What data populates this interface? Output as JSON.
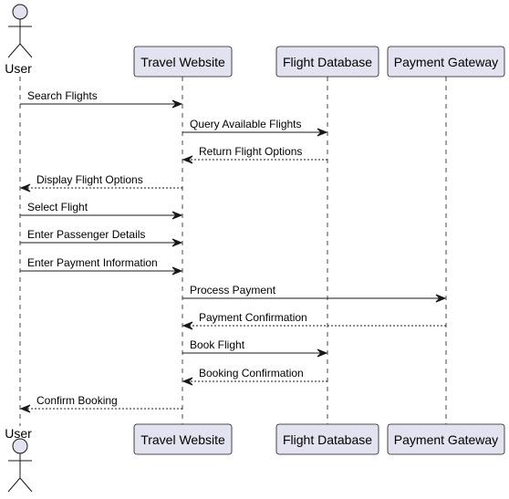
{
  "colors": {
    "participant_fill": "#E2E2F0",
    "participant_stroke": "#181818",
    "lifeline": "#181818",
    "arrow": "#181818",
    "text": "#000000"
  },
  "participants": [
    {
      "id": "user",
      "kind": "actor",
      "label": "User"
    },
    {
      "id": "web",
      "kind": "participant",
      "label": "Travel Website"
    },
    {
      "id": "db",
      "kind": "participant",
      "label": "Flight Database"
    },
    {
      "id": "pay",
      "kind": "participant",
      "label": "Payment Gateway"
    }
  ],
  "messages": [
    {
      "from": "user",
      "to": "web",
      "label": "Search Flights",
      "style": "solid"
    },
    {
      "from": "web",
      "to": "db",
      "label": "Query Available Flights",
      "style": "solid"
    },
    {
      "from": "db",
      "to": "web",
      "label": "Return Flight Options",
      "style": "dashed"
    },
    {
      "from": "web",
      "to": "user",
      "label": "Display Flight Options",
      "style": "dashed"
    },
    {
      "from": "user",
      "to": "web",
      "label": "Select Flight",
      "style": "solid"
    },
    {
      "from": "user",
      "to": "web",
      "label": "Enter Passenger Details",
      "style": "solid"
    },
    {
      "from": "user",
      "to": "web",
      "label": "Enter Payment Information",
      "style": "solid"
    },
    {
      "from": "web",
      "to": "pay",
      "label": "Process Payment",
      "style": "solid"
    },
    {
      "from": "pay",
      "to": "web",
      "label": "Payment Confirmation",
      "style": "dashed"
    },
    {
      "from": "web",
      "to": "db",
      "label": "Book Flight",
      "style": "solid"
    },
    {
      "from": "db",
      "to": "web",
      "label": "Booking Confirmation",
      "style": "dashed"
    },
    {
      "from": "web",
      "to": "user",
      "label": "Confirm Booking",
      "style": "dashed"
    }
  ]
}
